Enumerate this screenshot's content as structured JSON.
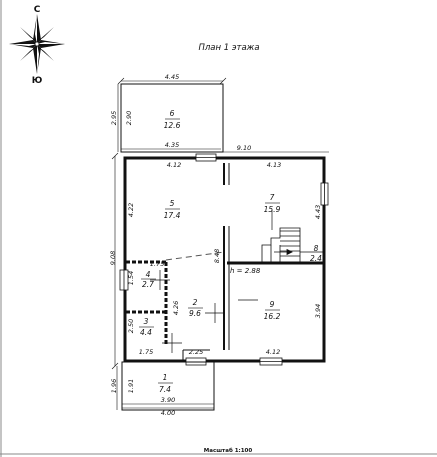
{
  "title": "План 1 этажа",
  "scale_label": "Масштаб 1:100",
  "compass": {
    "north": "С",
    "south": "Ю"
  },
  "total_dims": {
    "width": "9.10",
    "height": "9.08"
  },
  "level_mark": "h = 2.88",
  "rooms": [
    {
      "num": "6",
      "area": "12.6"
    },
    {
      "num": "5",
      "area": "17.4"
    },
    {
      "num": "7",
      "area": "15.9"
    },
    {
      "num": "8",
      "area": "2.4"
    },
    {
      "num": "4",
      "area": "2.7"
    },
    {
      "num": "2",
      "area": "9.6"
    },
    {
      "num": "3",
      "area": "4.4"
    },
    {
      "num": "9",
      "area": "16.2"
    },
    {
      "num": "1",
      "area": "7.4"
    }
  ],
  "dims": [
    "4.45",
    "2.95",
    "2.90",
    "4.35",
    "4.12",
    "4.13",
    "4.22",
    "4.43",
    "8.48",
    "1.75",
    "1.54",
    "4.26",
    "2.50",
    "3.94",
    "1.75",
    "2.25",
    "4.12",
    "1.96",
    "1.91",
    "3.90",
    "4.00"
  ],
  "colors": {
    "line": "#111111",
    "dash": "#555555",
    "paper": "#ffffff"
  }
}
